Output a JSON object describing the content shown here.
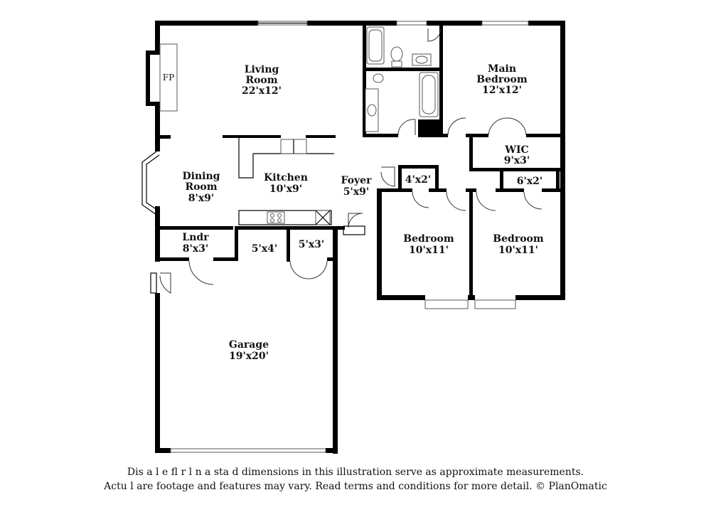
{
  "rooms": {
    "living": {
      "name_1": "Living",
      "name_2": "Room",
      "dims": "22'x12'"
    },
    "fp": {
      "name": "FP"
    },
    "main_bedroom": {
      "name_1": "Main",
      "name_2": "Bedroom",
      "dims": "12'x12'"
    },
    "wic": {
      "name": "WIC",
      "dims": "9'x3'"
    },
    "dining": {
      "name_1": "Dining",
      "name_2": "Room",
      "dims": "8'x9'"
    },
    "kitchen": {
      "name": "Kitchen",
      "dims": "10'x9'"
    },
    "foyer": {
      "name": "Foyer",
      "dims": "5'x9'"
    },
    "closet_4x2": {
      "dims": "4'x2'"
    },
    "closet_6x2": {
      "dims": "6'x2'"
    },
    "lndr": {
      "name": "Lndr",
      "dims": "8'x3'"
    },
    "closet_5x4": {
      "dims": "5'x4'"
    },
    "closet_5x3": {
      "dims": "5'x3'"
    },
    "bedroom_left": {
      "name": "Bedroom",
      "dims": "10'x11'"
    },
    "bedroom_right": {
      "name": "Bedroom",
      "dims": "10'x11'"
    },
    "garage": {
      "name": "Garage",
      "dims": "19'x20'"
    }
  },
  "disclaimer": {
    "line1": "Dis    a     l   e fl   r  l  n a    sta   d dimensions in this illustration serve as approximate measurements.",
    "line2": "Actu   l     are footage and features may vary. Read terms and conditions for more detail. © PlanOmatic"
  }
}
